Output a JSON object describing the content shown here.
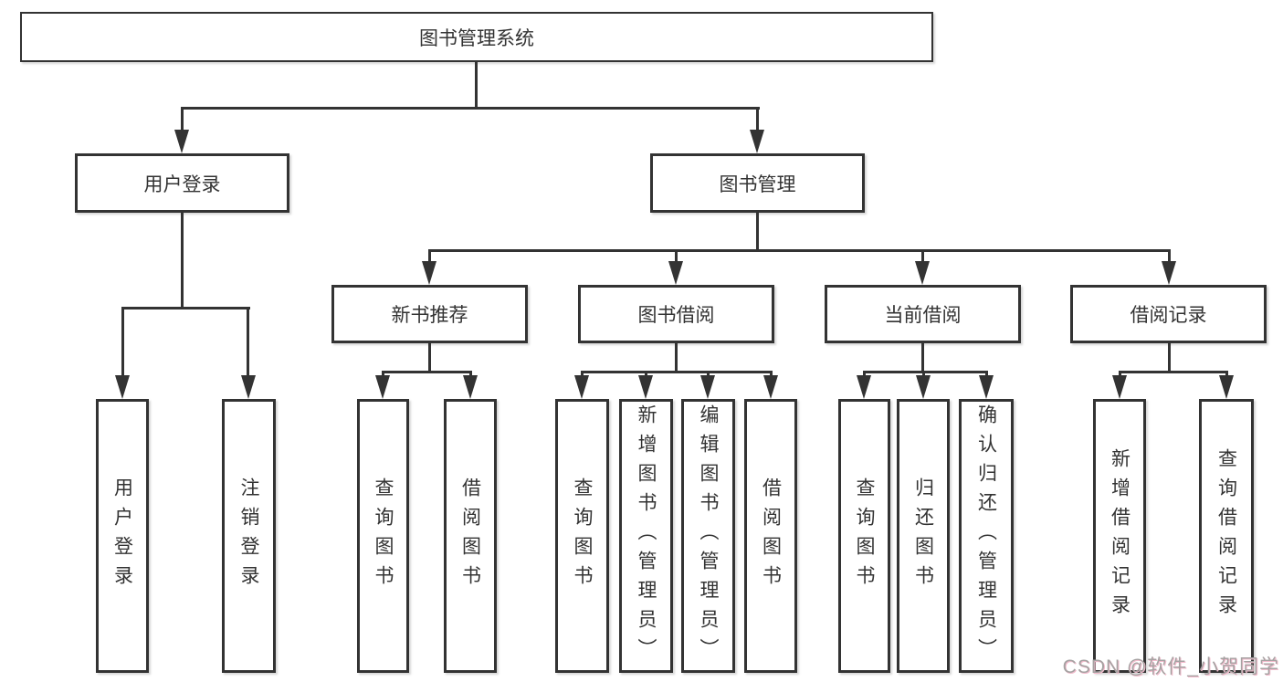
{
  "diagram": {
    "root": {
      "label": "图书管理系统"
    },
    "level2": [
      {
        "label": "用户登录"
      },
      {
        "label": "图书管理"
      }
    ],
    "level3": [
      {
        "label": "新书推荐"
      },
      {
        "label": "图书借阅"
      },
      {
        "label": "当前借阅"
      },
      {
        "label": "借阅记录"
      }
    ],
    "leaves": [
      {
        "label": "用户登录"
      },
      {
        "label": "注销登录"
      },
      {
        "label": "查询图书"
      },
      {
        "label": "借阅图书"
      },
      {
        "label": "查询图书"
      },
      {
        "label": "新增图书（管理员）"
      },
      {
        "label": "编辑图书（管理员）"
      },
      {
        "label": "借阅图书"
      },
      {
        "label": "查询图书"
      },
      {
        "label": "归还图书"
      },
      {
        "label": "确认归还（管理员）"
      },
      {
        "label": "新增借阅记录"
      },
      {
        "label": "查询借阅记录"
      }
    ],
    "colors": {
      "line": "#333333",
      "box_fill": "#ffffff",
      "text": "#333333",
      "background": "#ffffff"
    }
  },
  "watermark": {
    "text": "CSDN @软件_小贺同学",
    "color": "#a6a2a2"
  }
}
